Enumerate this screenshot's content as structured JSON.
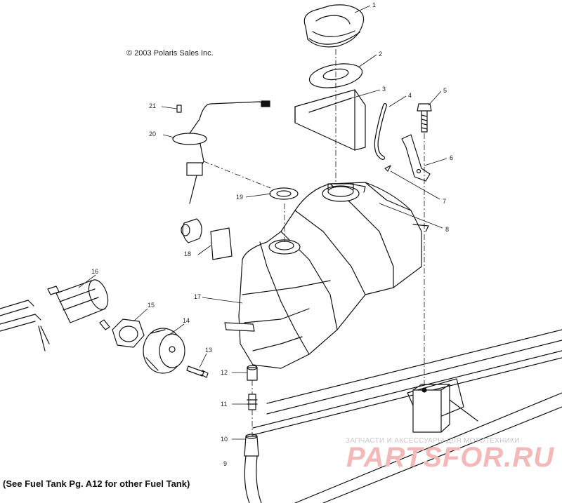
{
  "copyright": "© 2003 Polaris Sales Inc.",
  "footnote": "(See Fuel Tank Pg. A12 for other Fuel Tank)",
  "watermark": {
    "caption": "ЗАПЧАСТИ И АКСЕССУАРЫ ДЛЯ МОТОТЕХНИКИ",
    "brand": "PARTSFOR.RU",
    "color": "#f3b9b9"
  },
  "callouts": [
    "1",
    "2",
    "3",
    "4",
    "5",
    "6",
    "7",
    "8",
    "9",
    "10",
    "11",
    "12",
    "13",
    "14",
    "15",
    "16",
    "17",
    "18",
    "19",
    "20",
    "21"
  ]
}
